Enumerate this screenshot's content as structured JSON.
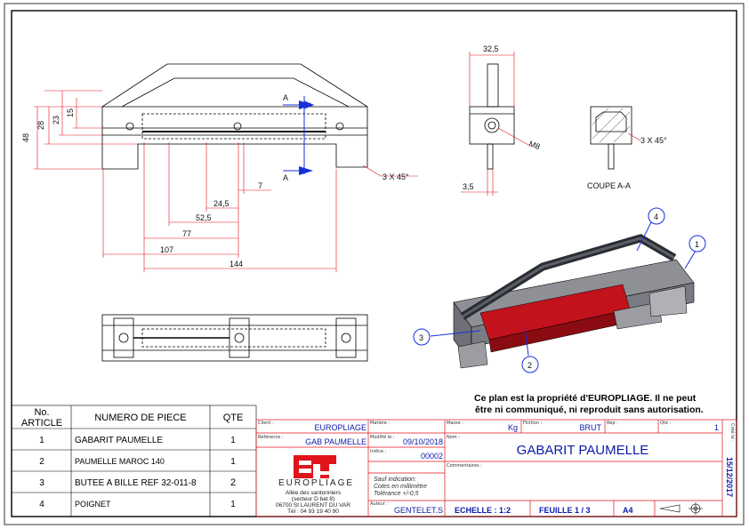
{
  "notice": {
    "line1": "Ce plan est la propriété d'EUROPLIAGE. Il ne peut",
    "line2": "être ni communiqué, ni reproduit sans autorisation."
  },
  "bom": {
    "headers": {
      "no": [
        "No.",
        "ARTICLE"
      ],
      "name": "NUMERO DE PIECE",
      "qty": "QTE"
    },
    "rows": [
      {
        "no": "1",
        "name": "GABARIT PAUMELLE",
        "qty": "1"
      },
      {
        "no": "2",
        "name": "PAUMELLE MAROC 140",
        "qty": "1"
      },
      {
        "no": "3",
        "name": "BUTEE A BILLE REF 32-011-8",
        "qty": "2"
      },
      {
        "no": "4",
        "name": "POIGNET",
        "qty": "1"
      }
    ]
  },
  "title_block": {
    "client_label": "Client :",
    "client": "EUROPLIAGE",
    "reference_label": "Référence :",
    "reference": "GAB PAUMELLE",
    "matiere_label": "Matière :",
    "modifie_label": "Modifié le :",
    "modifie": "09/10/2018",
    "indice_label": "Indice :",
    "indice": "00002",
    "masse_label": "Masse :",
    "masse_unit": "Kg",
    "finition_label": "Finition :",
    "finition": "BRUT",
    "rep_label": "Rep :",
    "qte_label": "Qté :",
    "qte": "1",
    "nom_label": "Nom :",
    "nom": "GABARIT PAUMELLE",
    "commentaires_label": "Commentaires :",
    "tolerance_lines": [
      "Sauf indication:",
      "Cotes en millimètre",
      "Tolérance +/-0,5"
    ],
    "auteur_label": "Auteur :",
    "auteur": "GENTELET.S",
    "echelle": "ECHELLE : 1:2",
    "feuille": "FEUILLE 1 / 3",
    "format": "A4",
    "date_label": "Créé le :",
    "date": "15/12/2017",
    "logo_text": "EUROPLIAGE",
    "address_lines": [
      "Allée des santonniers",
      "(secteur D bat 8)",
      "06700 St LAURENT DU VAR",
      "Tél : 04 93 19 40 90"
    ]
  },
  "views": {
    "section_marker": "A",
    "coupe_label": "COUPE A-A",
    "chamfer_note": "3 X 45°",
    "thread_note": "M8",
    "dims_front": [
      "48",
      "28",
      "23",
      "15",
      "7",
      "24,5",
      "52,5",
      "77",
      "107",
      "144"
    ],
    "dims_side": [
      "32,5",
      "3,5"
    ],
    "balloons": [
      "1",
      "2",
      "3",
      "4"
    ]
  },
  "colors": {
    "drawing": "#000000",
    "dimension": "#e1141c",
    "section": "#1730d8",
    "titleblock_border": "#e1141c"
  }
}
